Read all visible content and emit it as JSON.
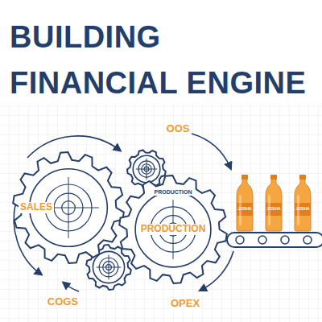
{
  "diagram": {
    "title": "BUILDING FINANCIAL ENGINE",
    "nodes": [
      {
        "text": [
          "SALES"
        ]
      },
      {
        "text": [
          "PRODUCTION",
          "PRODUCTION"
        ]
      },
      {
        "text": [
          "JOSHA"
        ]
      },
      {
        "text": [
          "JOSHA"
        ]
      },
      {
        "text": [
          "JOSHA"
        ]
      }
    ],
    "labels": [
      "OOS",
      "COGS",
      "OPEX"
    ]
  }
}
